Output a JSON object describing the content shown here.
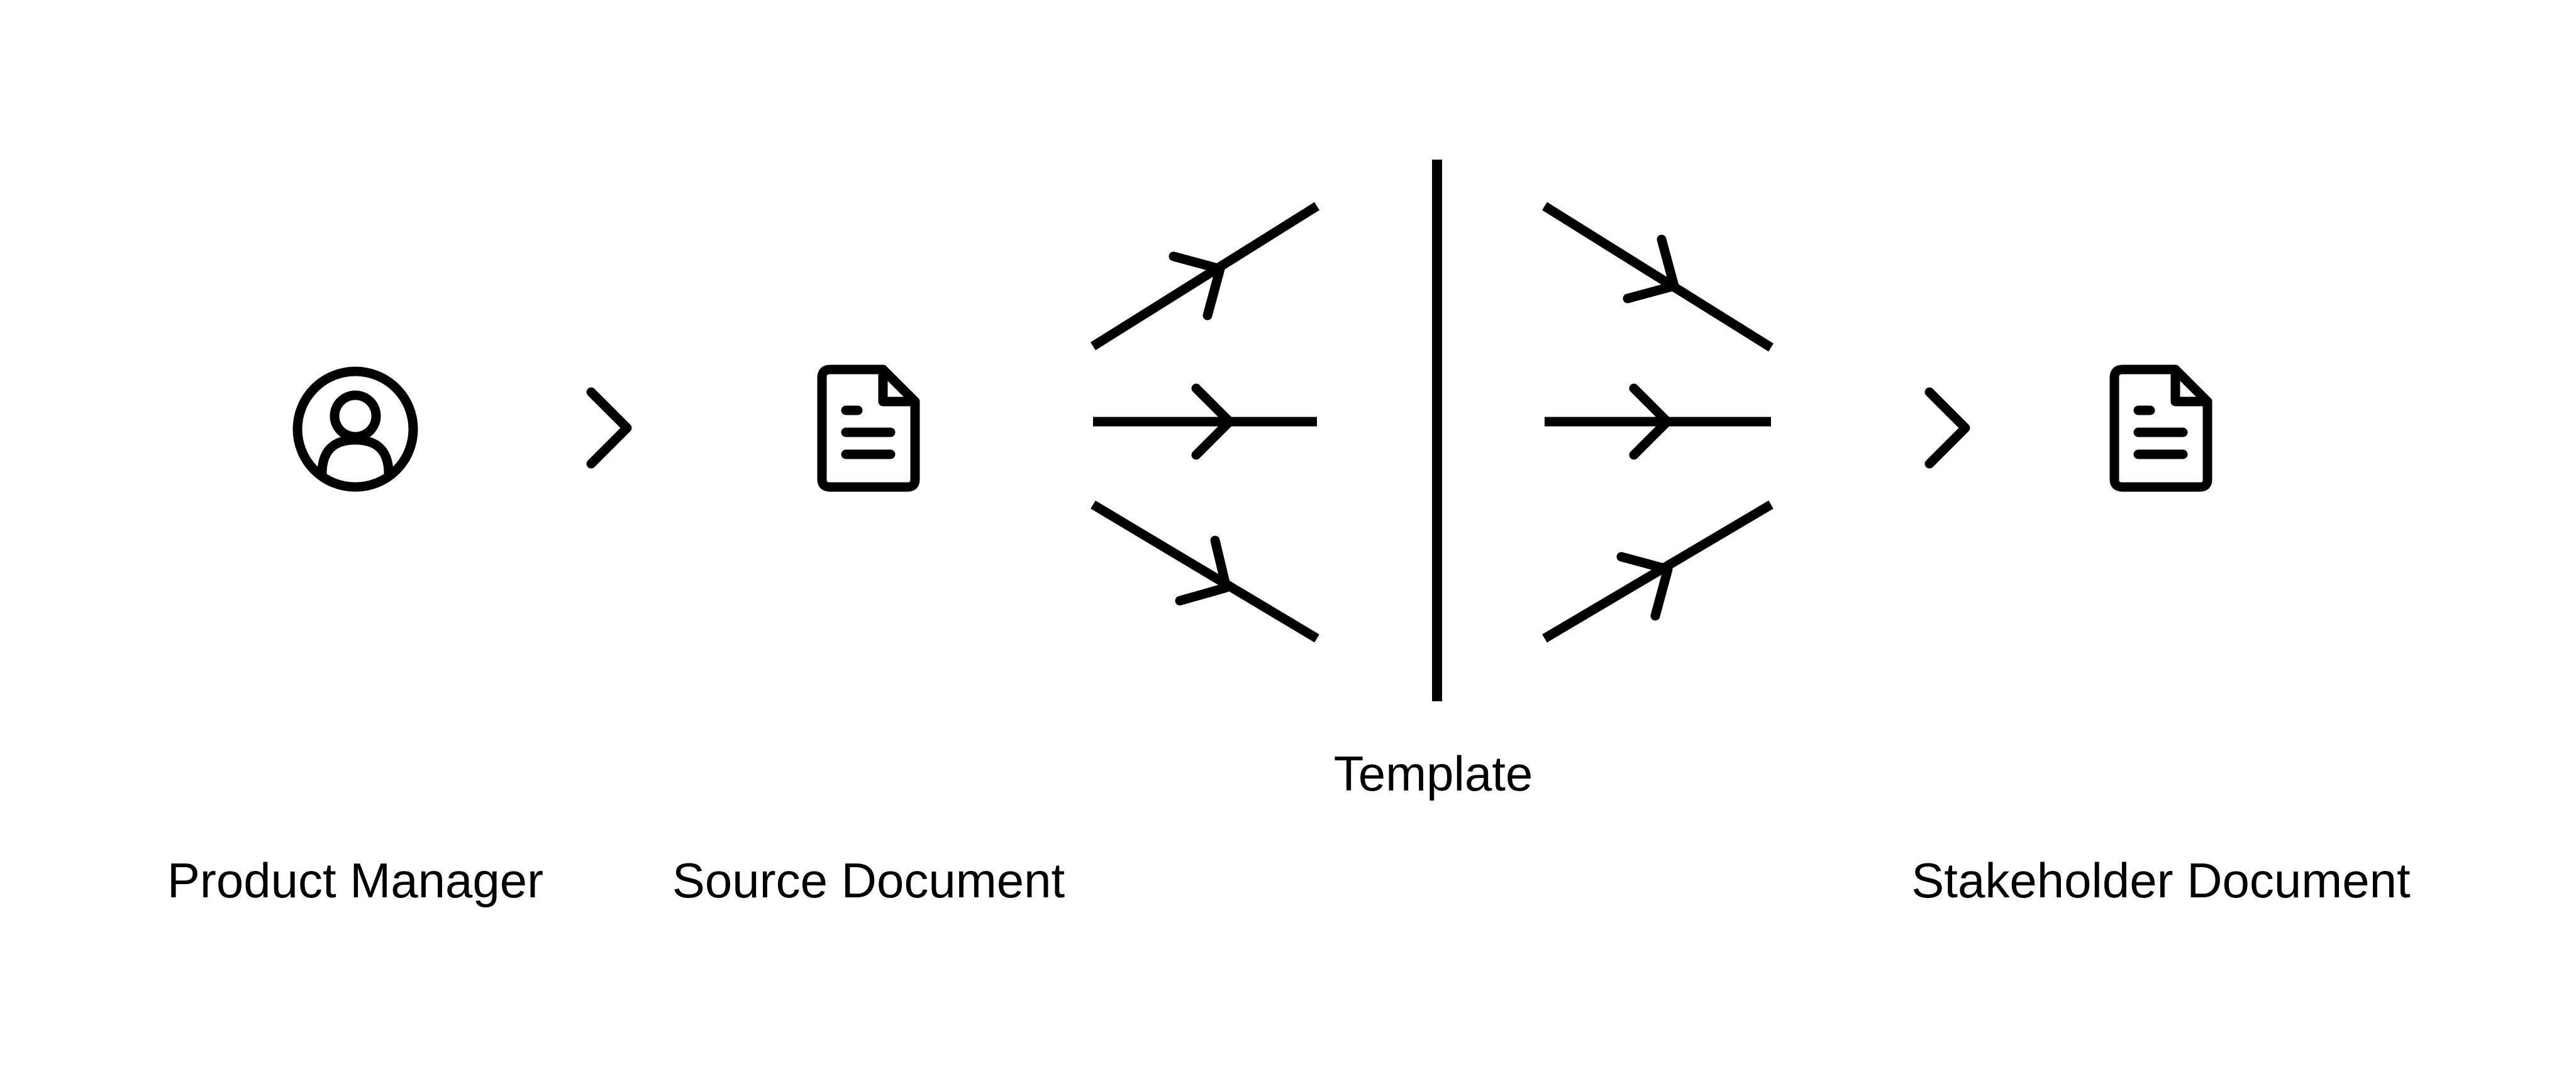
{
  "colors": {
    "background": "#ffffff",
    "stroke": "#000000"
  },
  "nodes": [
    {
      "id": "product-manager",
      "label": "Product Manager",
      "icon": "user-circle-icon"
    },
    {
      "id": "source-document",
      "label": "Source Document",
      "icon": "document-icon"
    },
    {
      "id": "template",
      "label": "Template",
      "icon": "fan-arrows-icon"
    },
    {
      "id": "stakeholder-document",
      "label": "Stakeholder Document",
      "icon": "document-icon"
    }
  ],
  "connectors": [
    {
      "from": "product-manager",
      "to": "source-document",
      "icon": "chevron-right-icon"
    },
    {
      "from": "template",
      "to": "stakeholder-document",
      "icon": "chevron-right-icon"
    }
  ]
}
